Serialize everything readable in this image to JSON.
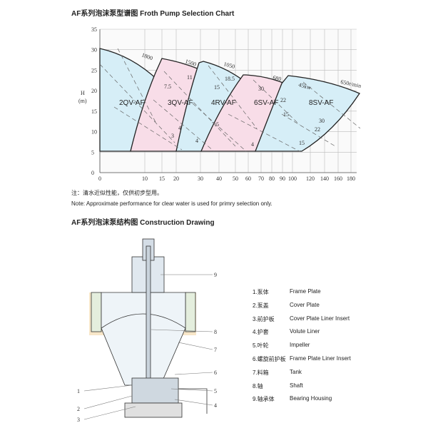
{
  "titles": {
    "chart": "AF系列泡沫泵型谱图  Froth Pump Selection Chart",
    "drawing": "AF系列泡沫泵结构图  Construction Drawing"
  },
  "notes": {
    "cn": "注：清水近似性能，仅供初步型用。",
    "en": "Note: Approximate performance for clear water is used for primry selection only."
  },
  "chart_data": {
    "type": "area",
    "title": "Froth Pump Selection Chart",
    "ylabel": "H (m)",
    "ylabel_unit": "(m)",
    "ylabel_main": "H",
    "ylim": [
      0,
      35
    ],
    "y_ticks": [
      "0",
      "5",
      "10",
      "15",
      "20",
      "25",
      "30",
      "35"
    ],
    "x_ticks": [
      "0",
      "10",
      "15",
      "20",
      "30",
      "40",
      "50",
      "60",
      "70",
      "80",
      "90",
      "100",
      "120",
      "140",
      "160",
      "180"
    ],
    "regions": [
      {
        "name": "2QV-AF",
        "speed": "1800",
        "color": "#d6eef7"
      },
      {
        "name": "3QV-AF",
        "speed": "1500",
        "color": "#f8dde8"
      },
      {
        "name": "4RV-AF",
        "speed": "1050",
        "color": "#d6eef7"
      },
      {
        "name": "6SV-AF",
        "speed": "680",
        "color": "#f8dde8"
      },
      {
        "name": "8SV-AF",
        "speed": "650r/min",
        "power": "45kw",
        "color": "#d6eef7"
      }
    ],
    "power_labels": [
      "7.5",
      "3",
      "4",
      "11",
      "7.5",
      "4",
      "18.5",
      "15",
      "7.5",
      "30",
      "22",
      "15",
      "7.5",
      "30",
      "22",
      "15"
    ]
  },
  "parts": [
    {
      "cn": "1.泵体",
      "en": "Frame Plate"
    },
    {
      "cn": "2.泵盖",
      "en": "Cover Plate"
    },
    {
      "cn": "3.前护板",
      "en": "Cover Plate Liner Insert"
    },
    {
      "cn": "4.护套",
      "en": "Volute Liner"
    },
    {
      "cn": "5.叶轮",
      "en": "Impeller"
    },
    {
      "cn": "6.螺旋前护板",
      "en": "Frame Plate Liner Insert"
    },
    {
      "cn": "7.料箱",
      "en": "Tank"
    },
    {
      "cn": "8.轴",
      "en": "Shaft"
    },
    {
      "cn": "9.轴承体",
      "en": "Bearing Housing"
    }
  ],
  "callouts": [
    "1",
    "2",
    "3",
    "4",
    "5",
    "6",
    "7",
    "8",
    "9"
  ]
}
